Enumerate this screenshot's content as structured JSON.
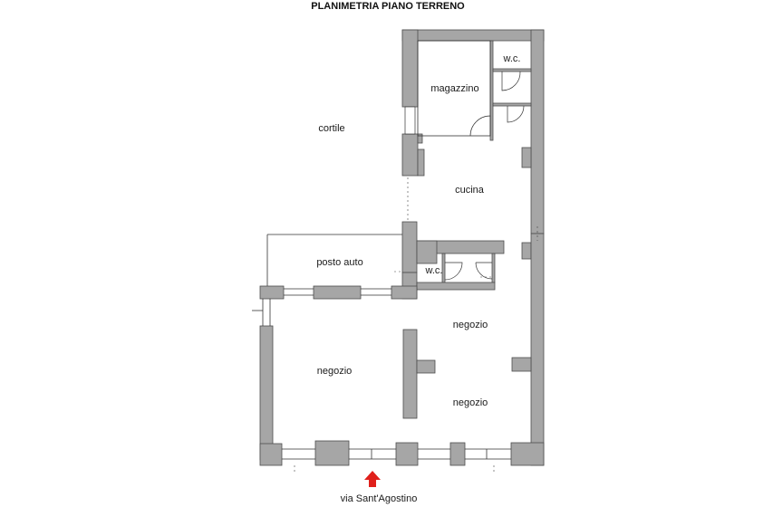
{
  "title": "PLANIMETRIA PIANO TERRENO",
  "rooms": {
    "courtyard": "cortile",
    "storage": "magazzino",
    "wc_upper": "w.c.",
    "kitchen": "cucina",
    "parking": "posto auto",
    "wc_lower": "w.c.",
    "shop_left": "negozio",
    "shop_right_upper": "negozio",
    "shop_right_lower": "negozio"
  },
  "street": "via Sant'Agostino",
  "colors": {
    "wall_fill": "#a6a6a6",
    "wall_stroke": "#4d4d4d",
    "entrance_arrow": "#e0201b"
  }
}
